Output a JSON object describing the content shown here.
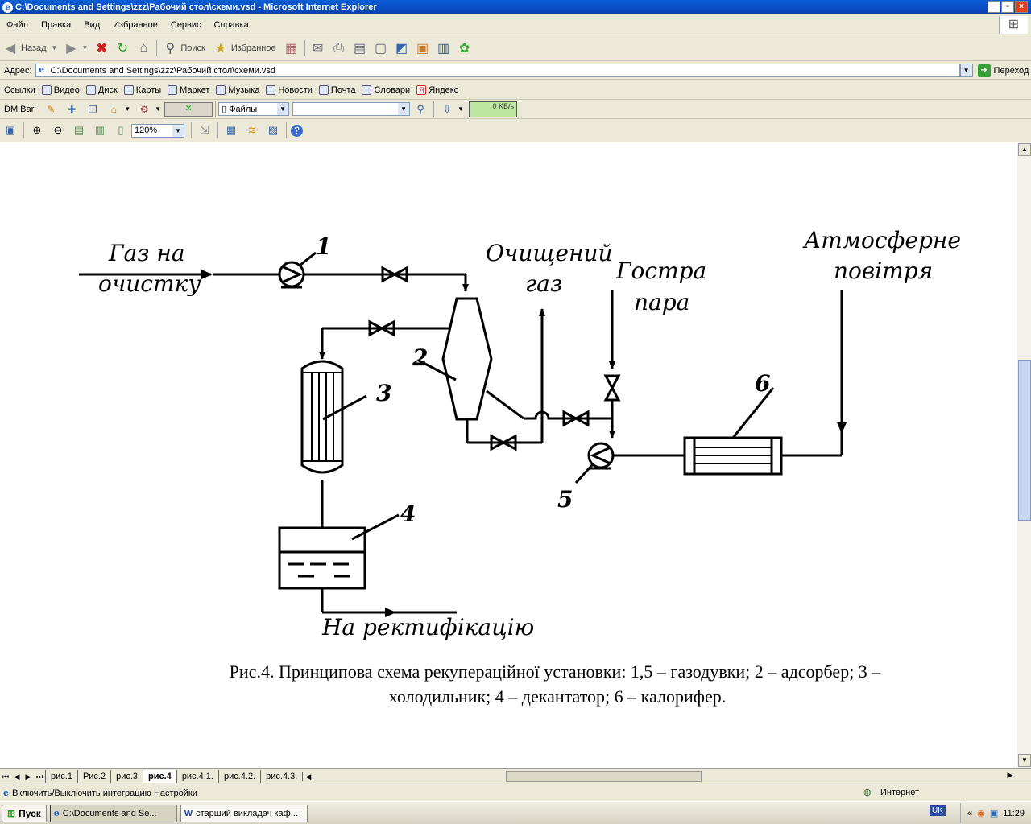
{
  "window": {
    "title": "C:\\Documents and Settings\\zzz\\Рабочий стол\\схеми.vsd - Microsoft Internet Explorer",
    "controls": [
      "_",
      "▫",
      "×"
    ]
  },
  "menu": [
    "Файл",
    "Правка",
    "Вид",
    "Избранное",
    "Сервис",
    "Справка"
  ],
  "toolbar": {
    "back_label": "Назад",
    "search_label": "Поиск",
    "favorites_label": "Избранное"
  },
  "address": {
    "label": "Адрес:",
    "value": "C:\\Documents and Settings\\zzz\\Рабочий стол\\схеми.vsd",
    "go_label": "Переход"
  },
  "links": {
    "label": "Ссылки",
    "items": [
      "Видео",
      "Диск",
      "Карты",
      "Маркет",
      "Музыка",
      "Новости",
      "Почта",
      "Словари",
      "Яндекс"
    ]
  },
  "dmbar": {
    "label": "DM Bar",
    "files_select": "Файлы",
    "speed": "0 KB/s"
  },
  "visio_toolbar": {
    "zoom": "120%"
  },
  "diagram": {
    "labels": {
      "gas_in_1": "Газ на",
      "gas_in_2": "очистку",
      "clean_1": "Очищений",
      "clean_2": "газ",
      "steam_1": "Гостра",
      "steam_2": "пара",
      "air_1": "Атмосферне",
      "air_2": "повітря",
      "rect": "На ректифікацію"
    },
    "numbers": {
      "n1": "1",
      "n2": "2",
      "n3": "3",
      "n4": "4",
      "n5": "5",
      "n6": "6"
    },
    "caption_1": "Рис.4. Принципова схема рекупераційної установки: 1,5 – газодувки; 2 – адсорбер; 3 –",
    "caption_2": "холодильник; 4 – декантатор; 6 – калорифер."
  },
  "page_tabs": [
    "рис.1",
    "Рис.2",
    "рис.3",
    "рис.4",
    "рис.4.1.",
    "рис.4.2.",
    "рис.4.3."
  ],
  "active_tab": "рис.4",
  "status": {
    "text": "Включить/Выключить интеграцию Настройки",
    "zone": "Интернет"
  },
  "taskbar": {
    "start": "Пуск",
    "tasks": [
      "C:\\Documents and Se...",
      "старший викладач каф..."
    ],
    "lang": "UK",
    "time": "11:29"
  }
}
